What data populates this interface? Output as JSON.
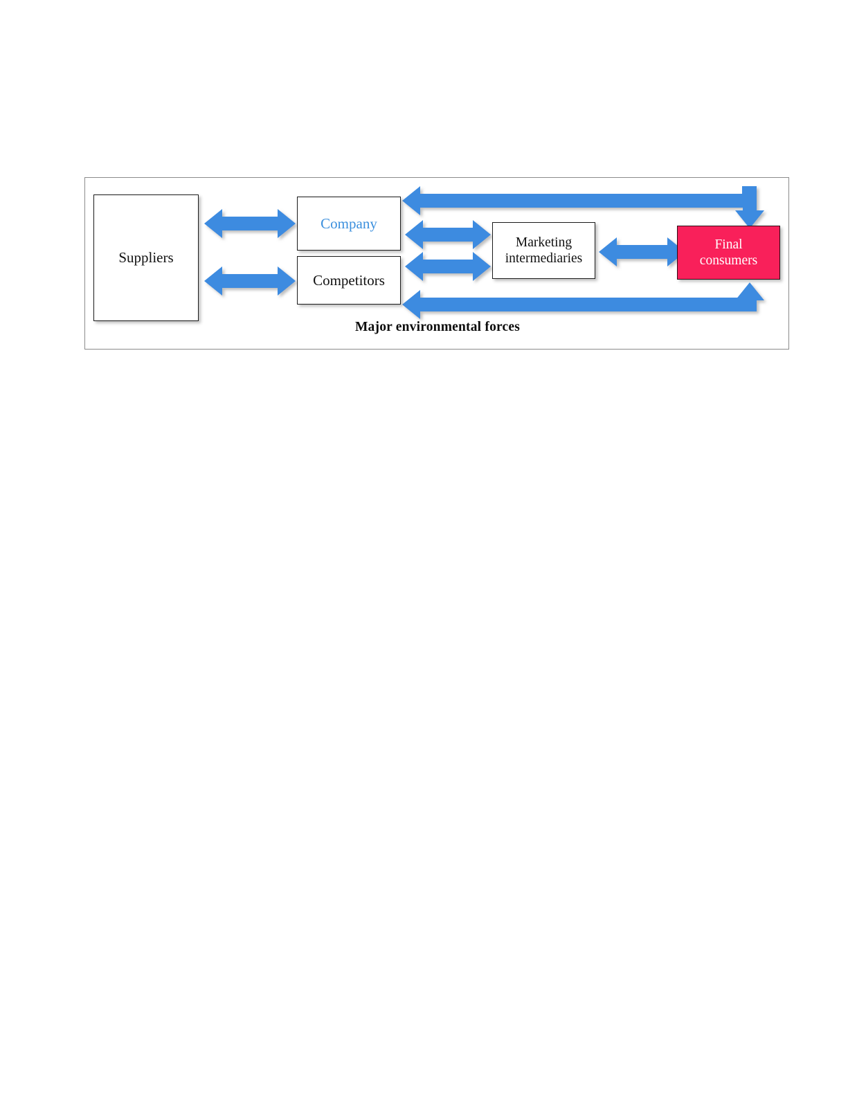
{
  "diagram": {
    "title_caption": "Major environmental forces",
    "type": "flow-diagram",
    "subject": "Marketing system / company microenvironment",
    "colors": {
      "arrow_blue": "#3D8BE0",
      "company_text_blue": "#3B8FDD",
      "final_consumers_fill": "#F9205A",
      "final_consumers_text": "#FFFFFF",
      "box_border": "#1A1A1A",
      "container_border": "#8A8A8A",
      "page_background": "#FFFFFF"
    },
    "nodes": [
      {
        "id": "suppliers",
        "label": "Suppliers"
      },
      {
        "id": "company",
        "label": "Company"
      },
      {
        "id": "competitors",
        "label": "Competitors"
      },
      {
        "id": "marketing-intermediaries",
        "label": "Marketing\nintermediaries"
      },
      {
        "id": "final-consumers",
        "label": "Final\nconsumers"
      }
    ],
    "connectors": [
      {
        "id": "suppliers-company",
        "from": "suppliers",
        "to": "company",
        "style": "double-headed",
        "orientation": "horizontal"
      },
      {
        "id": "suppliers-competitors",
        "from": "suppliers",
        "to": "competitors",
        "style": "double-headed",
        "orientation": "horizontal"
      },
      {
        "id": "company-intermediaries",
        "from": "company",
        "to": "marketing-intermediaries",
        "style": "double-headed",
        "orientation": "horizontal"
      },
      {
        "id": "competitors-intermediaries",
        "from": "competitors",
        "to": "marketing-intermediaries",
        "style": "double-headed",
        "orientation": "horizontal"
      },
      {
        "id": "intermediaries-final-consumers",
        "from": "marketing-intermediaries",
        "to": "final-consumers",
        "style": "double-headed",
        "orientation": "horizontal"
      },
      {
        "id": "company-final-consumers-top",
        "from": "company",
        "to": "final-consumers",
        "style": "double-headed",
        "orientation": "elbow-top"
      },
      {
        "id": "competitors-final-consumers-bottom",
        "from": "competitors",
        "to": "final-consumers",
        "style": "double-headed",
        "orientation": "elbow-bottom"
      }
    ]
  }
}
